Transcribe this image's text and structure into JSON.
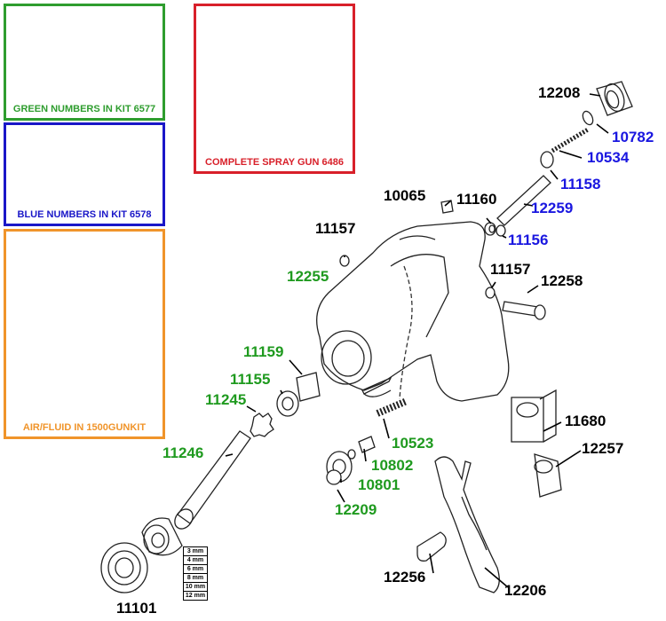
{
  "kits": {
    "green": {
      "caption": "GREEN NUMBERS IN  KIT 6577",
      "color": "#2e9d2e"
    },
    "blue": {
      "caption": "BLUE NUMBERS IN KIT 6578",
      "color": "#1a17c8"
    },
    "red": {
      "caption": "COMPLETE SPRAY GUN  6486",
      "color": "#d8202a"
    },
    "orange": {
      "caption": "AIR/FLUID IN 1500GUNKIT",
      "color": "#f0942a"
    }
  },
  "colors": {
    "black_label": "#000000",
    "blue_label": "#1a17e0",
    "green_label": "#1f9a1f"
  },
  "labels": {
    "p12208": "12208",
    "p10782": "10782",
    "p10534": "10534",
    "p11158": "11158",
    "p10065": "10065",
    "p11160": "11160",
    "p12259": "12259",
    "p11156": "11156",
    "p11157a": "11157",
    "p12255": "12255",
    "p11157b": "11157",
    "p12258": "12258",
    "p11159": "11159",
    "p11155": "11155",
    "p11245": "11245",
    "p11246": "11246",
    "p10523": "10523",
    "p10802": "10802",
    "p10801": "10801",
    "p12209": "12209",
    "p11680": "11680",
    "p12257": "12257",
    "p12256": "12256",
    "p12206": "12206",
    "p11101": "11101"
  },
  "sizes": [
    "3 mm",
    "4 mm",
    "6 mm",
    "8 mm",
    "10 mm",
    "12 mm"
  ]
}
